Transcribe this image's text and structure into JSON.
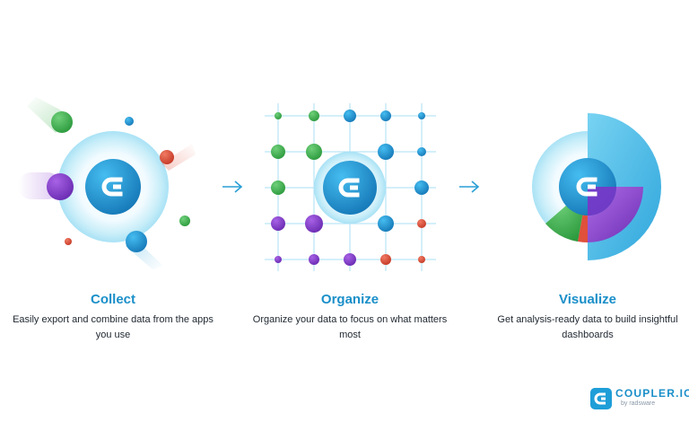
{
  "steps": [
    {
      "title": "Collect",
      "description": "Easily export and combine data from the apps you use"
    },
    {
      "title": "Organize",
      "description": "Organize your data to focus on what matters most"
    },
    {
      "title": "Visualize",
      "description": "Get analysis-ready data to build insightful dashboards"
    }
  ],
  "brand": {
    "name": "COUPLER.IO",
    "tagline": "by radsware"
  },
  "colors": {
    "blue": "#1e9ed8",
    "green": "#3fb34f",
    "purple": "#8a3fd1",
    "red": "#e0503a",
    "title": "#1a8fc9"
  },
  "icons": [
    "coupler-logo-icon",
    "arrow-right-icon"
  ]
}
